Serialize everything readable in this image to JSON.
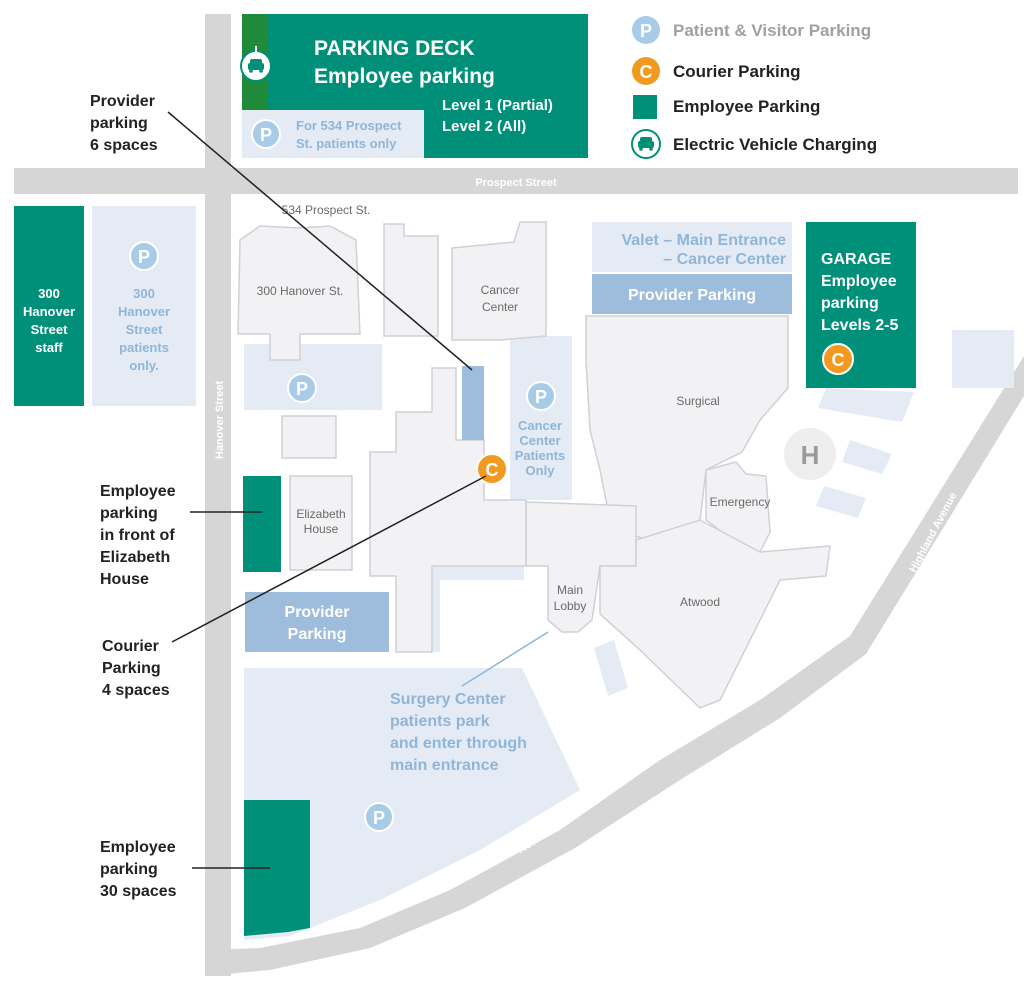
{
  "legend": {
    "patient": "Patient & Visitor Parking",
    "courier": "Courier Parking",
    "employee": "Employee Parking",
    "ev": "Electric Vehicle Charging"
  },
  "parking_deck": {
    "title": "PARKING DECK",
    "subtitle": "Employee parking",
    "level1": "Level 1 (Partial)",
    "level2": "Level 2 (All)",
    "patient_line1": "For 534 Prospect",
    "patient_line2": "St. patients only"
  },
  "roads": {
    "prospect": "Prospect Street",
    "hanover": "Hanover Street",
    "highland": "Highland Avenue",
    "new_boston": "New Boston Road"
  },
  "lots": {
    "hanover_staff": [
      "300",
      "Hanover",
      "Street",
      "staff"
    ],
    "hanover_patients": [
      "300",
      "Hanover",
      "Street",
      "patients",
      "only."
    ],
    "cancer_patients": [
      "Cancer",
      "Center",
      "Patients",
      "Only"
    ],
    "garage": [
      "GARAGE",
      "Employee",
      "parking",
      "Levels 2-5"
    ],
    "valet": [
      "Valet – Main Entrance",
      "– Cancer Center"
    ],
    "provider_top": "Provider Parking",
    "provider_left": [
      "Provider",
      "Parking"
    ],
    "surgery": [
      "Surgery Center",
      "patients park",
      "and enter through",
      "main entrance"
    ]
  },
  "buildings": {
    "prospect534": "534 Prospect St.",
    "hanover300": "300 Hanover St.",
    "cancer": [
      "Cancer",
      "Center"
    ],
    "surgical": "Surgical",
    "emergency": "Emergency",
    "elizabeth": [
      "Elizabeth",
      "House"
    ],
    "lobby": [
      "Main",
      "Lobby"
    ],
    "atwood": "Atwood",
    "helipad": "H"
  },
  "callouts": {
    "provider": [
      "Provider",
      "parking",
      "6 spaces"
    ],
    "elizabeth": [
      "Employee",
      "parking",
      "in front of",
      "Elizabeth",
      "House"
    ],
    "courier": [
      "Courier",
      "Parking",
      "4 spaces"
    ],
    "employee30": [
      "Employee",
      "parking",
      "30 spaces"
    ]
  },
  "symbols": {
    "patient": "P",
    "courier": "C"
  },
  "colors": {
    "employee": "#00907a",
    "provider": "#9ebddc",
    "patient_lot": "#e4ebf5",
    "patient_marker": "#a8cbe8",
    "courier": "#f29a1f",
    "road": "#d6d6d6",
    "building": "#f2f2f4"
  }
}
